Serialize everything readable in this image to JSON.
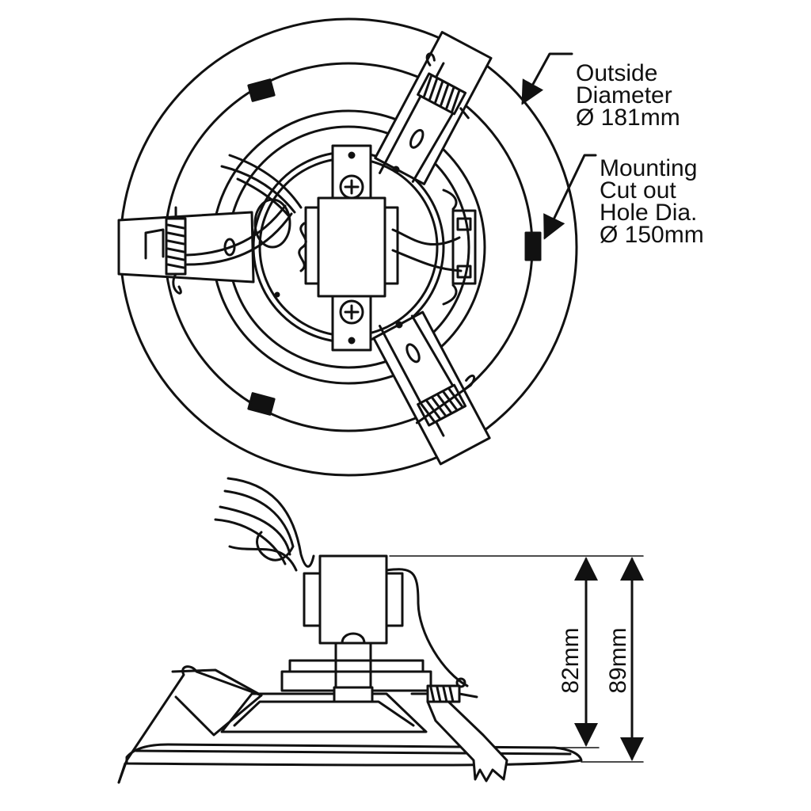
{
  "labels": {
    "outside_diameter": [
      "Outside",
      "Diameter",
      "Ø 181mm"
    ],
    "cutout": [
      "Mounting",
      "Cut out",
      "Hole Dia.",
      "Ø 150mm"
    ]
  },
  "dimensions": {
    "inner_height": "82mm",
    "outer_height": "89mm"
  },
  "colors": {
    "line": "#111111",
    "background": "#ffffff"
  }
}
